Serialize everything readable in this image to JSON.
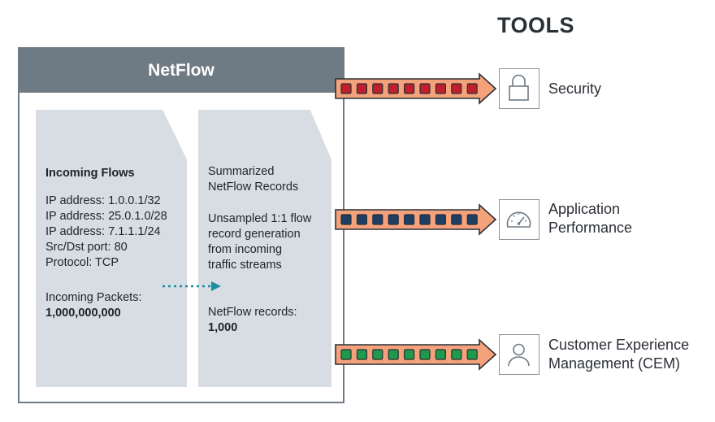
{
  "tools_title": "TOOLS",
  "netflow": {
    "title": "NetFlow",
    "incoming": {
      "heading": "Incoming Flows",
      "lines": [
        "IP address: 1.0.0.1/32",
        "IP address: 25.0.1.0/28",
        "IP address: 7.1.1.1/24",
        "Src/Dst port: 80",
        "Protocol: TCP"
      ],
      "packets_label": "Incoming Packets:",
      "packets_value": "1,000,000,000"
    },
    "summary": {
      "heading_lines": [
        "Summarized",
        "NetFlow Records"
      ],
      "desc_lines": [
        "Unsampled 1:1 flow",
        "record generation",
        "from incoming",
        "traffic streams"
      ],
      "records_label": "NetFlow records:",
      "records_value": "1,000"
    }
  },
  "tools": [
    {
      "label_lines": [
        "Security"
      ],
      "icon": "lock-icon",
      "packet_color": "#c0202b"
    },
    {
      "label_lines": [
        "Application",
        "Performance"
      ],
      "icon": "gauge-icon",
      "packet_color": "#1c3f63"
    },
    {
      "label_lines": [
        "Customer Experience",
        "Management (CEM)"
      ],
      "icon": "user-icon",
      "packet_color": "#1e9a4c"
    }
  ],
  "colors": {
    "arrow_fill": "#f4a27c",
    "arrow_stroke": "#2b2f36",
    "header": "#6e7a84",
    "doc": "#d7dde2",
    "dotted_arrow": "#1d8ea0"
  }
}
